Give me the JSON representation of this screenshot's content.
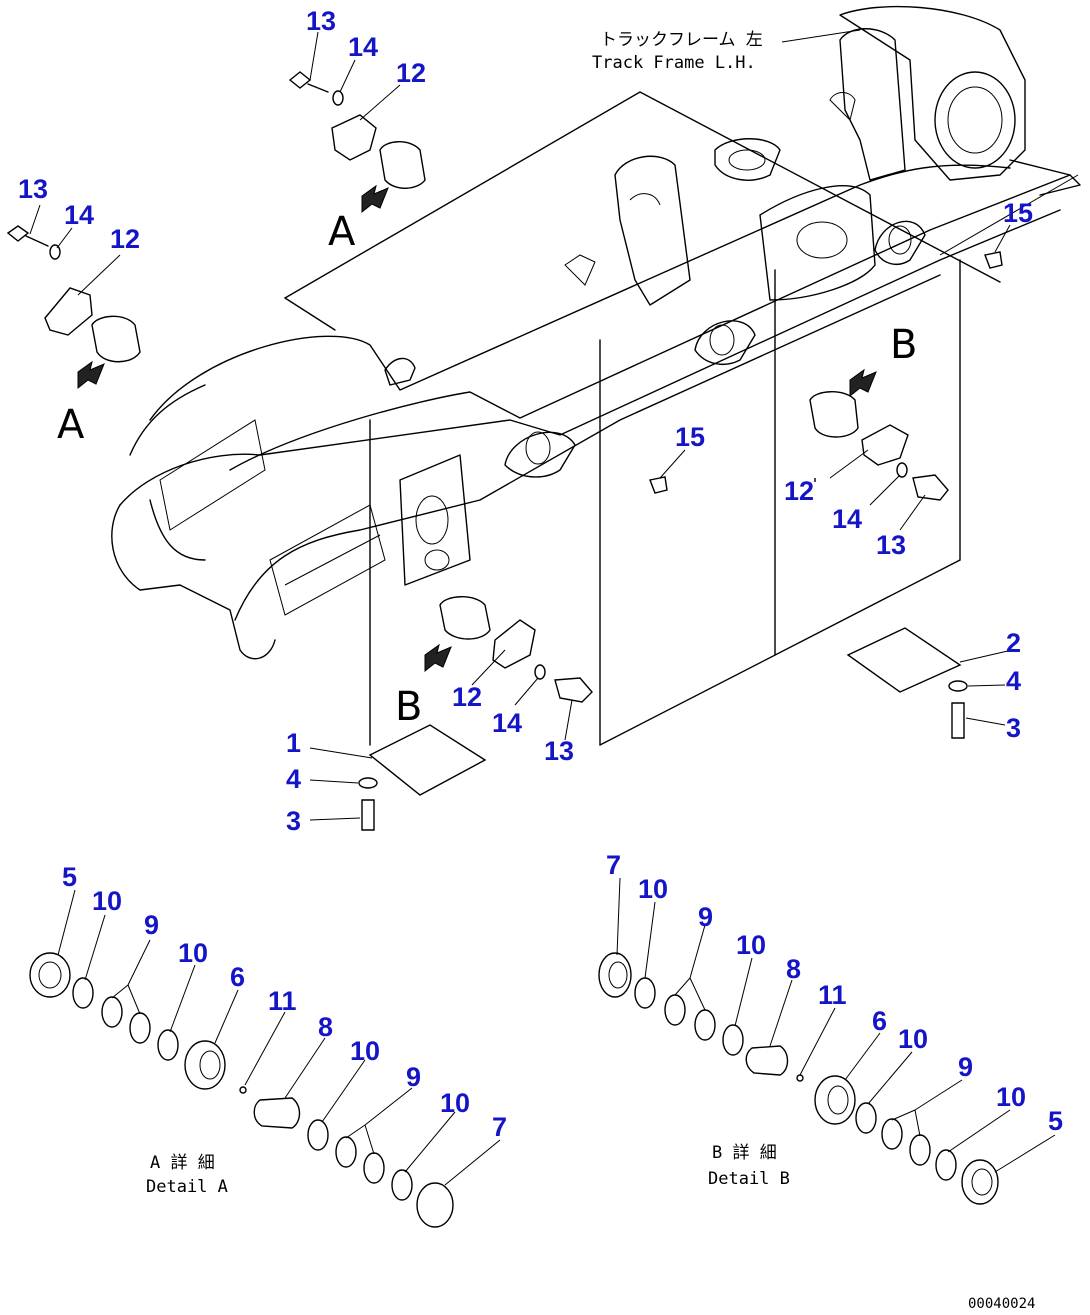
{
  "drawing_code": "00040024",
  "track_frame_label": {
    "jp": "トラックフレーム 左",
    "en": "Track Frame L.H."
  },
  "view_letters": {
    "a_upper": "A",
    "a_left": "A",
    "b_lower": "B",
    "b_right": "B"
  },
  "detail_a": {
    "jp": "A 詳 細",
    "en": "Detail A"
  },
  "detail_b": {
    "jp": "B 詳 細",
    "en": "Detail B"
  },
  "callouts": {
    "c13_top": "13",
    "c14_top": "14",
    "c12_top": "12",
    "c13_left": "13",
    "c14_left": "14",
    "c12_left": "12",
    "c15_right": "15",
    "c15_mid": "15",
    "c12_right": "12",
    "c14_right": "14",
    "c13_right": "13",
    "c2": "2",
    "c4_right": "4",
    "c3_right": "3",
    "c12_bottom": "12",
    "c14_bottom": "14",
    "c13_bottom": "13",
    "c1": "1",
    "c4_left": "4",
    "c3_left": "3",
    "a5": "5",
    "a10a": "10",
    "a9a": "9",
    "a10b": "10",
    "a6": "6",
    "a11": "11",
    "a8": "8",
    "a10c": "10",
    "a9b": "9",
    "a10d": "10",
    "a7": "7",
    "b7": "7",
    "b10a": "10",
    "b9a": "9",
    "b10b": "10",
    "b8": "8",
    "b11": "11",
    "b6": "6",
    "b10c": "10",
    "b9b": "9",
    "b10d": "10",
    "b5": "5"
  }
}
